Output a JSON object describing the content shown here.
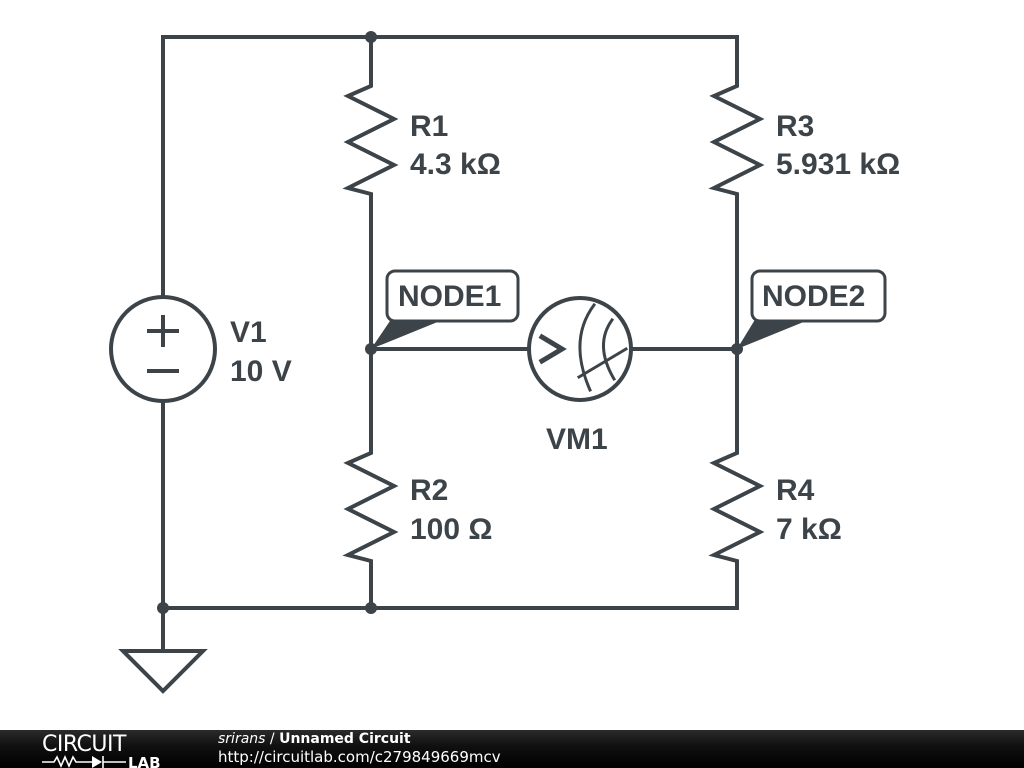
{
  "circuit": {
    "components": {
      "v1": {
        "ref": "V1",
        "value": "10 V",
        "type": "voltage-source"
      },
      "r1": {
        "ref": "R1",
        "value": "4.3 kΩ",
        "type": "resistor"
      },
      "r2": {
        "ref": "R2",
        "value": "100 Ω",
        "type": "resistor"
      },
      "r3": {
        "ref": "R3",
        "value": "5.931 kΩ",
        "type": "resistor"
      },
      "r4": {
        "ref": "R4",
        "value": "7 kΩ",
        "type": "resistor"
      },
      "vm1": {
        "ref": "VM1",
        "type": "voltmeter",
        "symbol": ">"
      }
    },
    "nodes": {
      "node1": "NODE1",
      "node2": "NODE2"
    },
    "source_signs": {
      "plus": "+",
      "minus": "−"
    },
    "colors": {
      "ink": "#3d4449",
      "background": "#ffffff",
      "footer": "#000000"
    }
  },
  "footer": {
    "logo_top": "CIRCUIT",
    "logo_bottom": "LAB",
    "author": "srirans",
    "separator": " / ",
    "circuit_name": "Unnamed Circuit",
    "url": "http://circuitlab.com/c279849669mcv"
  }
}
